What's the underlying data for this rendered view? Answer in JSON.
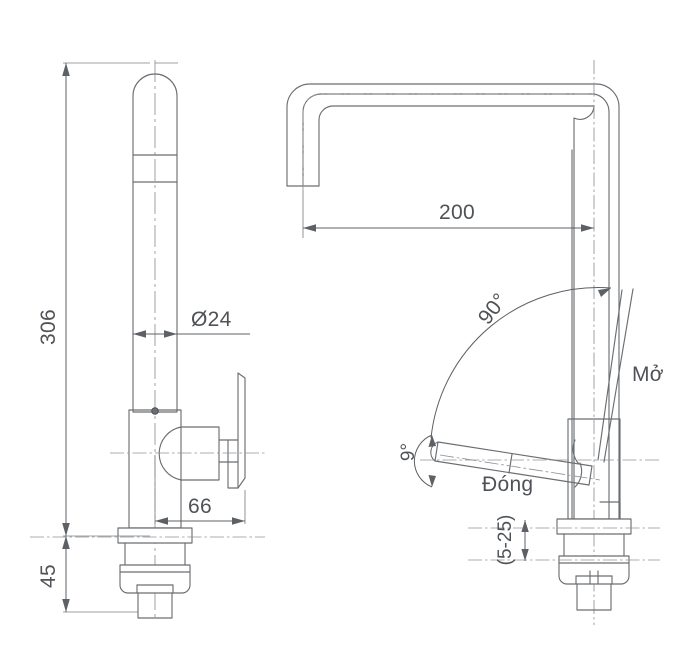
{
  "drawing": {
    "type": "engineering-dimension-drawing",
    "subject": "kitchen-faucet",
    "background_color": "#ffffff",
    "line_color": "#6b6e72",
    "text_color": "#4f5256",
    "views": [
      {
        "name": "front-view",
        "position": "left"
      },
      {
        "name": "side-view",
        "position": "right"
      }
    ]
  },
  "dimensions": {
    "overall_height": "306",
    "spout_reach": "200",
    "column_diameter": "Ø24",
    "handle_projection": "66",
    "mounting_height": "45",
    "deck_thickness_range": "(5-25)"
  },
  "angles": {
    "open_swing": "90°",
    "closed_tilt": "9°"
  },
  "labels": {
    "open": "Mở",
    "close": "Đóng"
  }
}
